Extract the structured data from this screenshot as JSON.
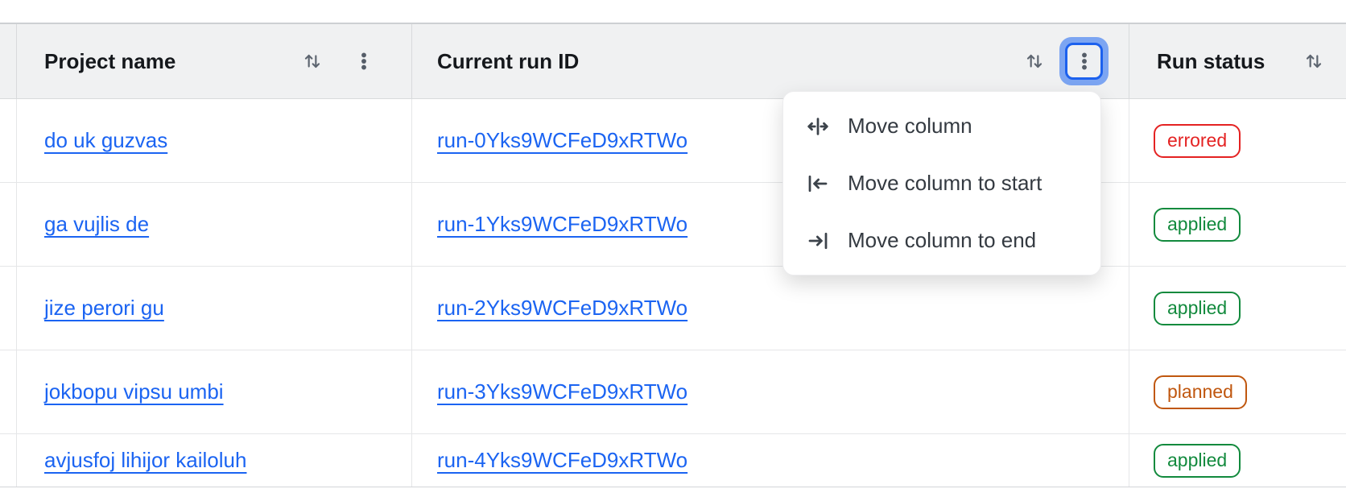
{
  "table": {
    "columns": [
      {
        "label": "Project name",
        "has_sort": true,
        "has_menu": true,
        "menu_focused": false
      },
      {
        "label": "Current run ID",
        "has_sort": true,
        "has_menu": true,
        "menu_focused": true
      },
      {
        "label": "Run status",
        "has_sort": true,
        "has_menu": false,
        "menu_focused": false
      }
    ],
    "rows": [
      {
        "project": "do uk guzvas",
        "run_id": "run-0Yks9WCFeD9xRTWo",
        "status": "errored"
      },
      {
        "project": "ga vujlis de",
        "run_id": "run-1Yks9WCFeD9xRTWo",
        "status": "applied"
      },
      {
        "project": "jize perori gu",
        "run_id": "run-2Yks9WCFeD9xRTWo",
        "status": "applied"
      },
      {
        "project": "jokbopu vipsu umbi",
        "run_id": "run-3Yks9WCFeD9xRTWo",
        "status": "planned"
      },
      {
        "project": "avjusfoj lihijor kailoluh",
        "run_id": "run-4Yks9WCFeD9xRTWo",
        "status": "applied"
      }
    ]
  },
  "menu": {
    "items": [
      {
        "icon": "move-column-icon",
        "label": "Move column"
      },
      {
        "icon": "move-column-to-start-icon",
        "label": "Move column to start"
      },
      {
        "icon": "move-column-to-end-icon",
        "label": "Move column to end"
      }
    ]
  },
  "colors": {
    "link": "#1b64f2",
    "header_bg": "#f0f1f2",
    "focus_ring": "#1c61ee",
    "focus_halo": "#7ca5f2",
    "statuses": {
      "errored": "#e42222",
      "applied": "#128a3d",
      "planned": "#c0570f"
    }
  }
}
